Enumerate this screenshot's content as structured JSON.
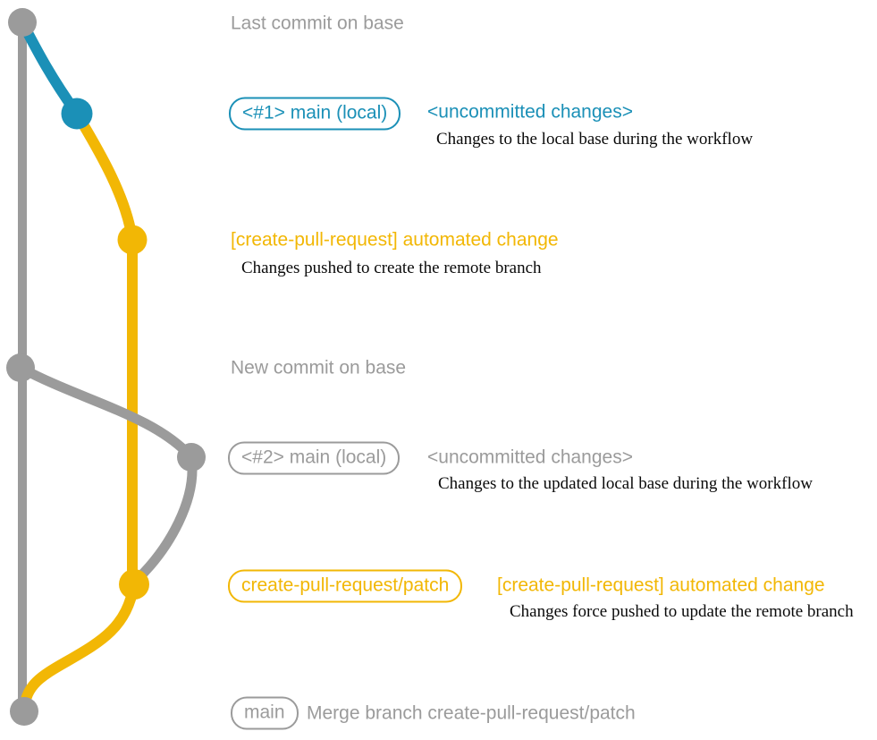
{
  "colors": {
    "gray": "#9b9b9b",
    "blue": "#1b90b7",
    "yellow": "#f2b705",
    "ink": "#0a0a0a"
  },
  "graph": {
    "base_branch": "base (gray line)",
    "commit_dots": [
      "last-commit-on-base",
      "main-local-1-uncommitted",
      "automated-change-pushed",
      "new-commit-on-base",
      "main-local-2-uncommitted",
      "automated-change-force-pushed",
      "merge-commit"
    ]
  },
  "annotations": {
    "last_commit_on_base": "Last commit on base",
    "new_commit_on_base": "New commit on base",
    "row_main_local_1": {
      "branch_label": "<#1> main (local)",
      "message": "<uncommitted changes>",
      "note": "Changes to the local base during the workflow"
    },
    "row_automated_change_1": {
      "message": "[create-pull-request] automated change",
      "note": "Changes pushed to create the remote branch"
    },
    "row_main_local_2": {
      "branch_label": "<#2> main (local)",
      "message": "<uncommitted changes>",
      "note": "Changes to the updated local base during the workflow"
    },
    "row_patch_branch": {
      "branch_label": "create-pull-request/patch",
      "message": "[create-pull-request] automated change",
      "note": "Changes force pushed to update the remote branch"
    },
    "row_merge": {
      "branch_label": "main",
      "message": "Merge branch create-pull-request/patch"
    }
  }
}
